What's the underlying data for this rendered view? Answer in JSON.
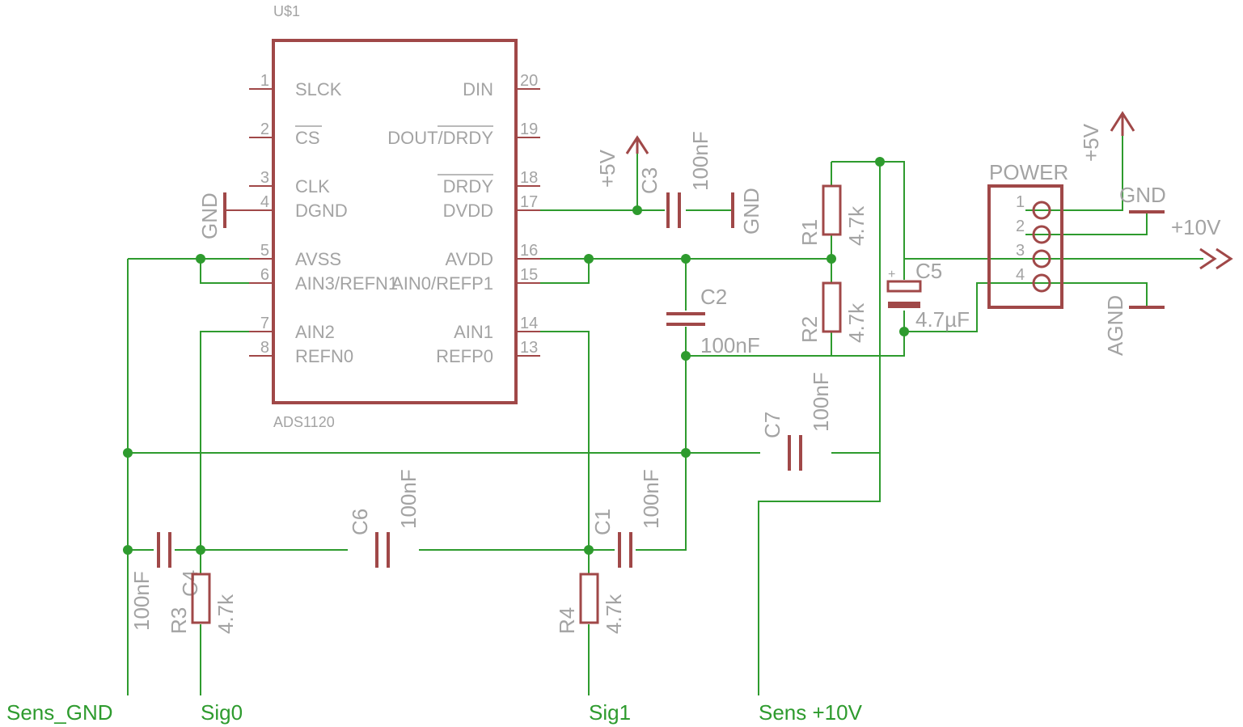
{
  "ic": {
    "ref": "U$1",
    "part": "ADS1120",
    "pins_left": [
      {
        "num": "1",
        "name": "SLCK"
      },
      {
        "num": "2",
        "name": "CS"
      },
      {
        "num": "3",
        "name": "CLK"
      },
      {
        "num": "4",
        "name": "DGND"
      },
      {
        "num": "5",
        "name": "AVSS"
      },
      {
        "num": "6",
        "name": "AIN3/REFN1"
      },
      {
        "num": "7",
        "name": "AIN2"
      },
      {
        "num": "8",
        "name": "REFN0"
      }
    ],
    "pins_right": [
      {
        "num": "20",
        "name": "DIN"
      },
      {
        "num": "19",
        "name": "DOUT/DRDY"
      },
      {
        "num": "18",
        "name": "DRDY"
      },
      {
        "num": "17",
        "name": "DVDD"
      },
      {
        "num": "16",
        "name": "AVDD"
      },
      {
        "num": "15",
        "name": "AIN0/REFP1"
      },
      {
        "num": "14",
        "name": "AIN1"
      },
      {
        "num": "13",
        "name": "REFP0"
      }
    ]
  },
  "components": {
    "c1": {
      "ref": "C1",
      "value": "100nF"
    },
    "c2": {
      "ref": "C2",
      "value": "100nF"
    },
    "c3": {
      "ref": "C3",
      "value": "100nF"
    },
    "c4": {
      "ref": "C4",
      "value": "100nF"
    },
    "c5": {
      "ref": "C5",
      "value": "4.7µF"
    },
    "c6": {
      "ref": "C6",
      "value": "100nF"
    },
    "c7": {
      "ref": "C7",
      "value": "100nF"
    },
    "r1": {
      "ref": "R1",
      "value": "4.7k"
    },
    "r2": {
      "ref": "R2",
      "value": "4.7k"
    },
    "r3": {
      "ref": "R3",
      "value": "4.7k"
    },
    "r4": {
      "ref": "R4",
      "value": "4.7k"
    }
  },
  "connector": {
    "name": "POWER",
    "pins": [
      "1",
      "2",
      "3",
      "4"
    ]
  },
  "supplies": {
    "gnd": "GND",
    "plus5v": "+5V",
    "plus10v": "+10V",
    "agnd": "AGND"
  },
  "nets": {
    "sens_gnd": "Sens_GND",
    "sig0": "Sig0",
    "sig1": "Sig1",
    "sens_10v": "Sens +10V"
  },
  "colors": {
    "wire": "#2e9b2e",
    "symbol": "#a04848",
    "label": "#a3a3a3"
  }
}
